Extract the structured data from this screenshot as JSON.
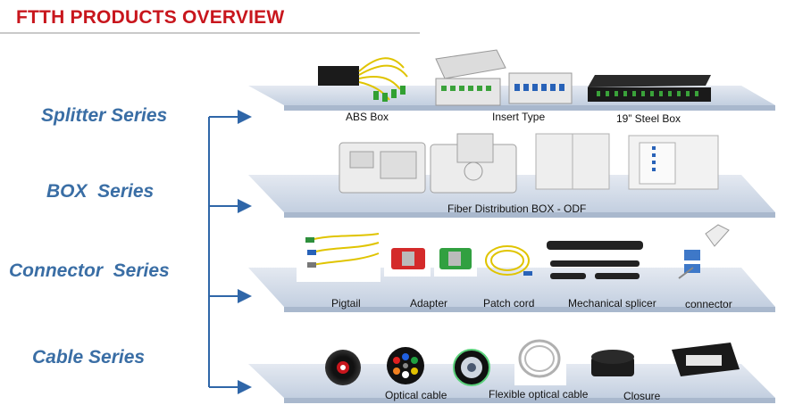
{
  "title": "FTTH PRODUCTS OVERVIEW",
  "series": [
    {
      "label": "Splitter Series",
      "captions": [
        "ABS Box",
        "Insert Type",
        "19” Steel Box"
      ]
    },
    {
      "label": "BOX  Series",
      "captions": [
        "Fiber Distribution BOX - ODF"
      ]
    },
    {
      "label": "Connector  Series",
      "captions": [
        "Pigtail",
        "Adapter",
        "Patch cord",
        "Mechanical splicer",
        "connector"
      ]
    },
    {
      "label": "Cable Series",
      "captions": [
        "Optical cable",
        "Flexible optical cable",
        "Closure"
      ]
    }
  ],
  "colors": {
    "title": "#c8161d",
    "series_label": "#3a6ea5",
    "connector_line": "#2f66a8",
    "shelf_top": "#d4dce8",
    "shelf_front": "#b7c4d6"
  }
}
